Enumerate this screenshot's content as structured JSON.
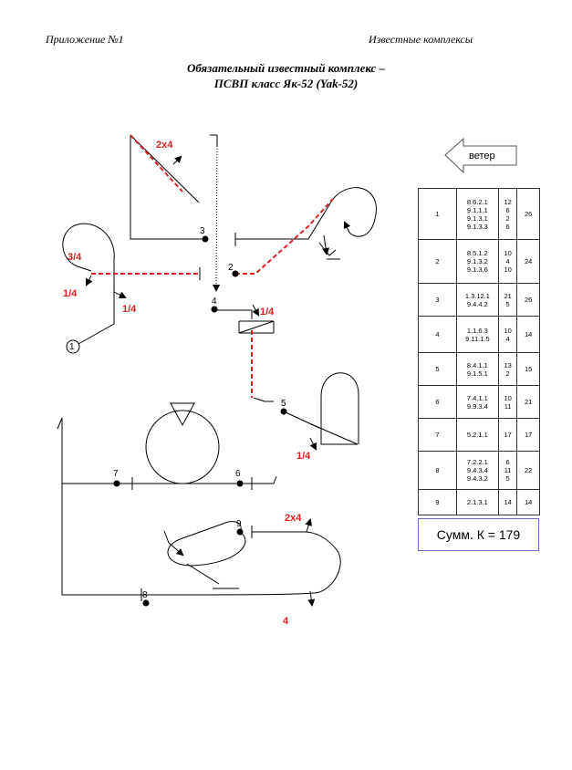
{
  "header": {
    "left": "Приложение №1",
    "right": "Известные  комплексы"
  },
  "title": {
    "line1": "Обязательный известный комплекс –",
    "line2": "ПСВП класс Як-52 (Yak-52)"
  },
  "wind_label": "ветер",
  "points": [
    "1",
    "2",
    "3",
    "4",
    "5",
    "6",
    "7",
    "8",
    "9"
  ],
  "annotations": [
    "2x4",
    "3/4",
    "1/4",
    "1/4",
    "1/4",
    "1/4",
    "2x4",
    "4"
  ],
  "table": {
    "rows": [
      {
        "num": "1",
        "codes": [
          "8.6.2.1",
          "9.1.1.1",
          "9.1.3.1",
          "9.1.3.3"
        ],
        "k": [
          "12",
          "6",
          "2",
          "6"
        ],
        "total": "26"
      },
      {
        "num": "2",
        "codes": [
          "8.5.1.2",
          "9.1.3.2",
          "9.1.3.6"
        ],
        "k": [
          "10",
          "4",
          "10"
        ],
        "total": "24"
      },
      {
        "num": "3",
        "codes": [
          "1.3.12.1",
          "9.4.4.2"
        ],
        "k": [
          "21",
          "5"
        ],
        "total": "26"
      },
      {
        "num": "4",
        "codes": [
          "1.1.6.3",
          "9.11.1.5"
        ],
        "k": [
          "10",
          "4"
        ],
        "total": "14"
      },
      {
        "num": "5",
        "codes": [
          "8.4.1.1",
          "9.1.5.1"
        ],
        "k": [
          "13",
          "2"
        ],
        "total": "15"
      },
      {
        "num": "6",
        "codes": [
          "7.4.1.1",
          "9.9.3.4"
        ],
        "k": [
          "10",
          "11"
        ],
        "total": "21"
      },
      {
        "num": "7",
        "codes": [
          "5.2.1.1"
        ],
        "k": [
          "17"
        ],
        "total": "17"
      },
      {
        "num": "8",
        "codes": [
          "7.2.2.1",
          "9.4.3.4",
          "9.4.3.2"
        ],
        "k": [
          "6",
          "11",
          "5"
        ],
        "total": "22"
      },
      {
        "num": "9",
        "codes": [
          "2.1.3.1"
        ],
        "k": [
          "14"
        ],
        "total": "14"
      }
    ],
    "sum": "Сумм. К = 179"
  }
}
